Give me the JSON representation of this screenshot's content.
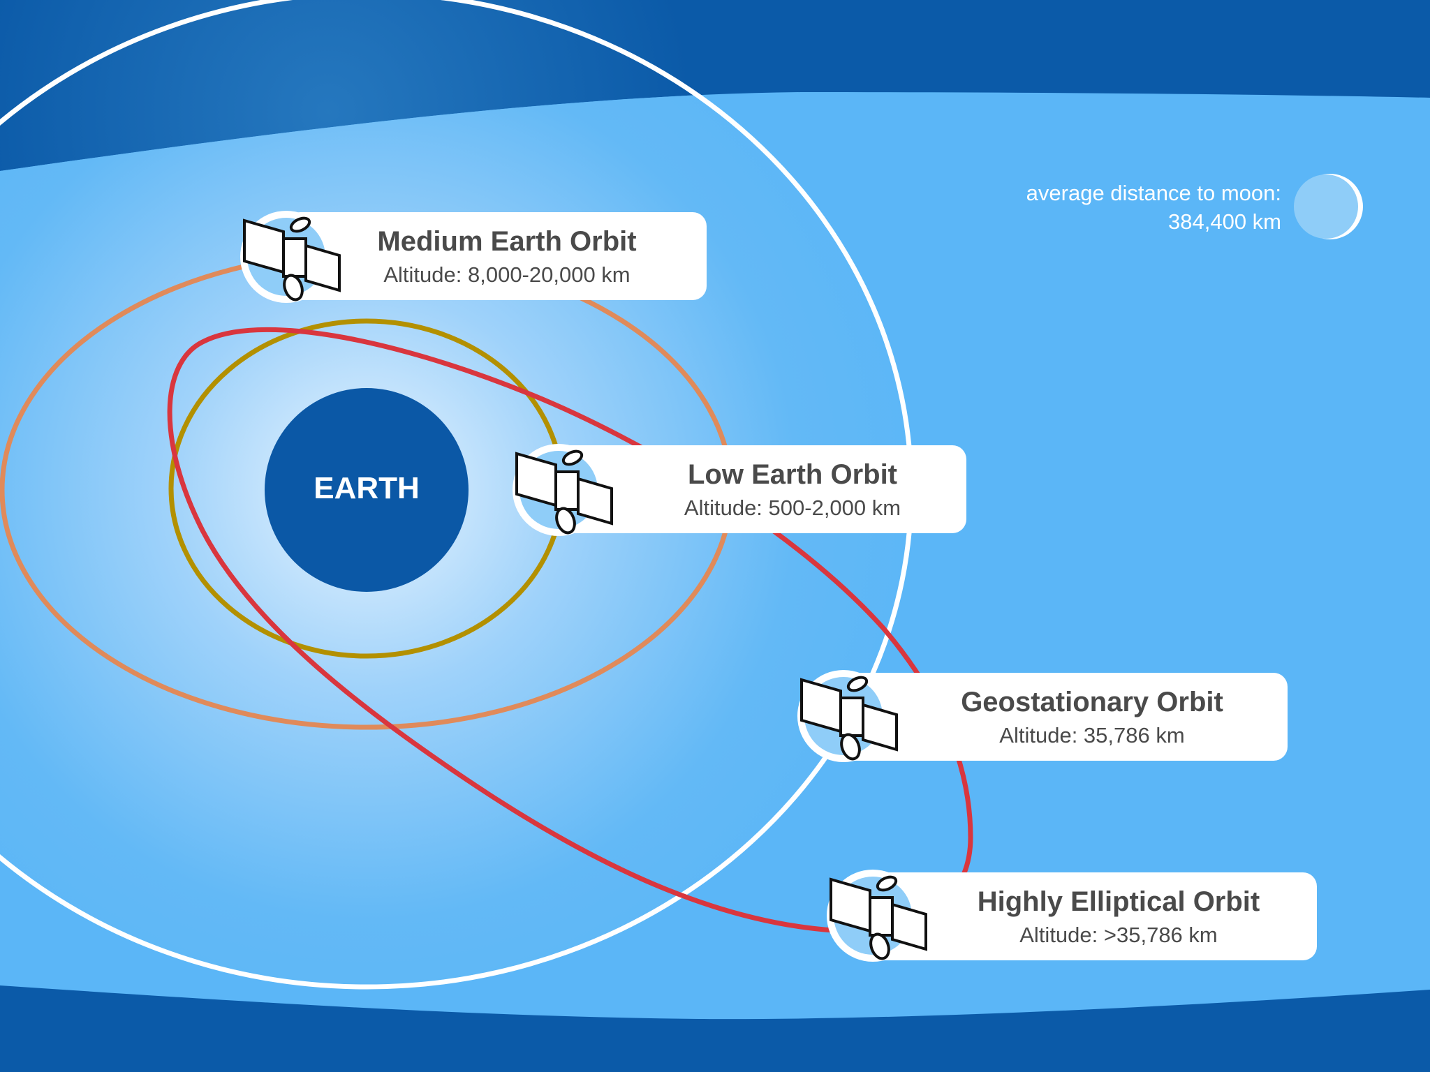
{
  "earth": {
    "label": "EARTH",
    "color": "#0b58a6"
  },
  "moon": {
    "caption": "average distance to moon:",
    "distance": "384,400 km"
  },
  "orbits": [
    {
      "key": "meo",
      "title": "Medium Earth Orbit",
      "altitude": "Altitude: 8,000-20,000 km",
      "color": "#e08a5a"
    },
    {
      "key": "leo",
      "title": "Low Earth Orbit",
      "altitude": "Altitude: 500-2,000 km",
      "color": "#b39000"
    },
    {
      "key": "geo",
      "title": "Geostationary Orbit",
      "altitude": "Altitude: 35,786 km",
      "color": "#ffffff"
    },
    {
      "key": "heo",
      "title": "Highly Elliptical Orbit",
      "altitude": "Altitude: >35,786 km",
      "color": "#d9363e"
    }
  ],
  "colors": {
    "space_dark": "#0b5aa8",
    "sky_light": "#5bb6f7",
    "glow_center": "#e8f4fe",
    "card": "#ffffff",
    "text": "#4a4a4a"
  },
  "icons": {
    "satellite": "satellite-icon",
    "moon": "moon-icon"
  }
}
